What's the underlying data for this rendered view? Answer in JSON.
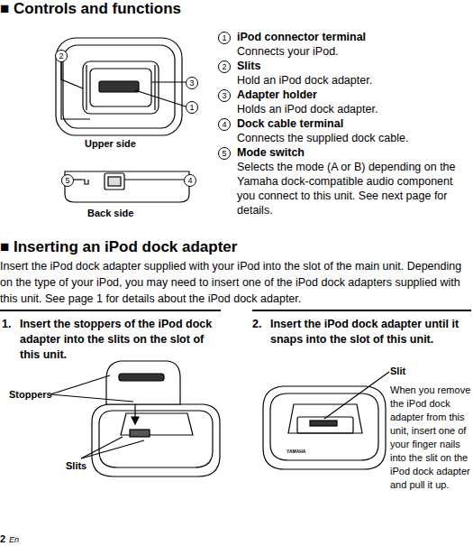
{
  "diagram": {
    "title": "■ Controls and functions",
    "labels": [
      "Upper side",
      "Back side",
      "2",
      "3",
      "1",
      "5",
      "4",
      "1",
      "iPod connector terminal",
      "Connects your iPod.",
      "2",
      "Slits",
      "Hold an iPod dock adapter.",
      "3",
      "Adapter holder",
      "Holds an iPod dock adapter.",
      "4",
      "Dock cable terminal",
      "Connects the supplied dock cable.",
      "5",
      "Mode switch",
      "Selects the mode (A or B) depending on the Yamaha dock-compatible audio component you connect to this unit. See next page for details.",
      "■ Inserting an iPod dock adapter",
      "Insert the iPod dock adapter supplied with your iPod into the slot of the main unit. Depending on the type of your iPod, you may need to insert one of the iPod dock adapters supplied with this unit. See page 1 for details about the iPod dock adapter.",
      "1.",
      "Insert the stoppers of the iPod dock adapter into the slits on the slot of this unit.",
      "2.",
      "Insert the iPod dock adapter until it snaps into the slot of this unit.",
      "Stoppers",
      "Slits",
      "Slit",
      "When you remove the iPod dock adapter from this unit, insert one of your finger nails into the slit on the iPod dock adapter and pull it up.",
      "YAMAHA",
      "2",
      "En"
    ]
  }
}
